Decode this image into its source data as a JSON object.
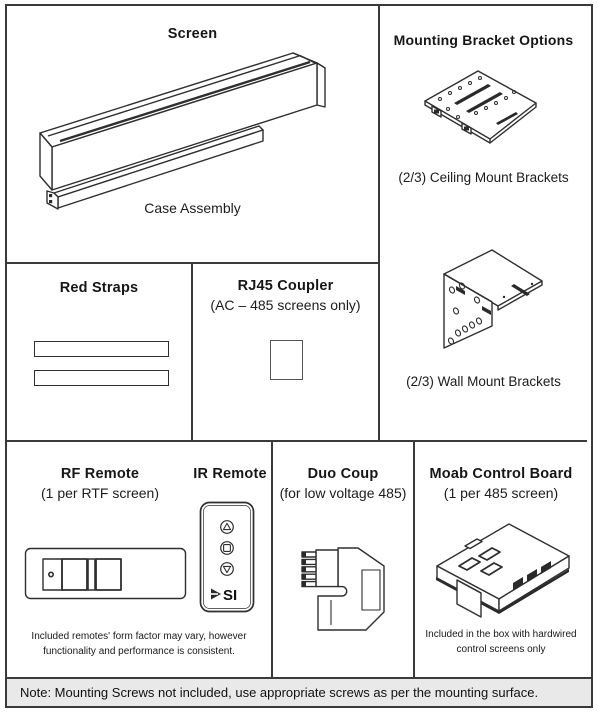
{
  "colors": {
    "line": "#2f2f2f",
    "grid": "#3a3a3a",
    "note_bg": "#e9e9e9",
    "ink": "#161616"
  },
  "cells": {
    "screen": {
      "title": "Screen",
      "caption": "Case Assembly"
    },
    "mounting": {
      "title": "Mounting Bracket Options",
      "ceiling_caption": "(2/3) Ceiling Mount Brackets",
      "wall_caption": "(2/3) Wall Mount Brackets"
    },
    "red_straps": {
      "title": "Red Straps",
      "strap_count": 2
    },
    "rj45": {
      "title": "RJ45 Coupler",
      "subtitle": "(AC – 485 screens only)"
    },
    "remotes": {
      "rf_title": "RF Remote",
      "rf_subtitle": "(1 per RTF screen)",
      "ir_title": "IR Remote",
      "ir_logo_text": "SI",
      "ir_buttons": [
        "up-button",
        "stop-button",
        "down-button"
      ],
      "note_line1": "Included remotes' form factor may vary, however",
      "note_line2": "functionality and performance is consistent."
    },
    "duo": {
      "title": "Duo Coup",
      "subtitle": "(for low voltage 485)"
    },
    "moab": {
      "title": "Moab Control Board",
      "subtitle": "(1 per 485 screen)",
      "note_line1": "Included in the box with hardwired",
      "note_line2": "control screens only"
    }
  },
  "footer": {
    "note": "Note: Mounting Screws not included, use appropriate screws as per the mounting surface."
  }
}
